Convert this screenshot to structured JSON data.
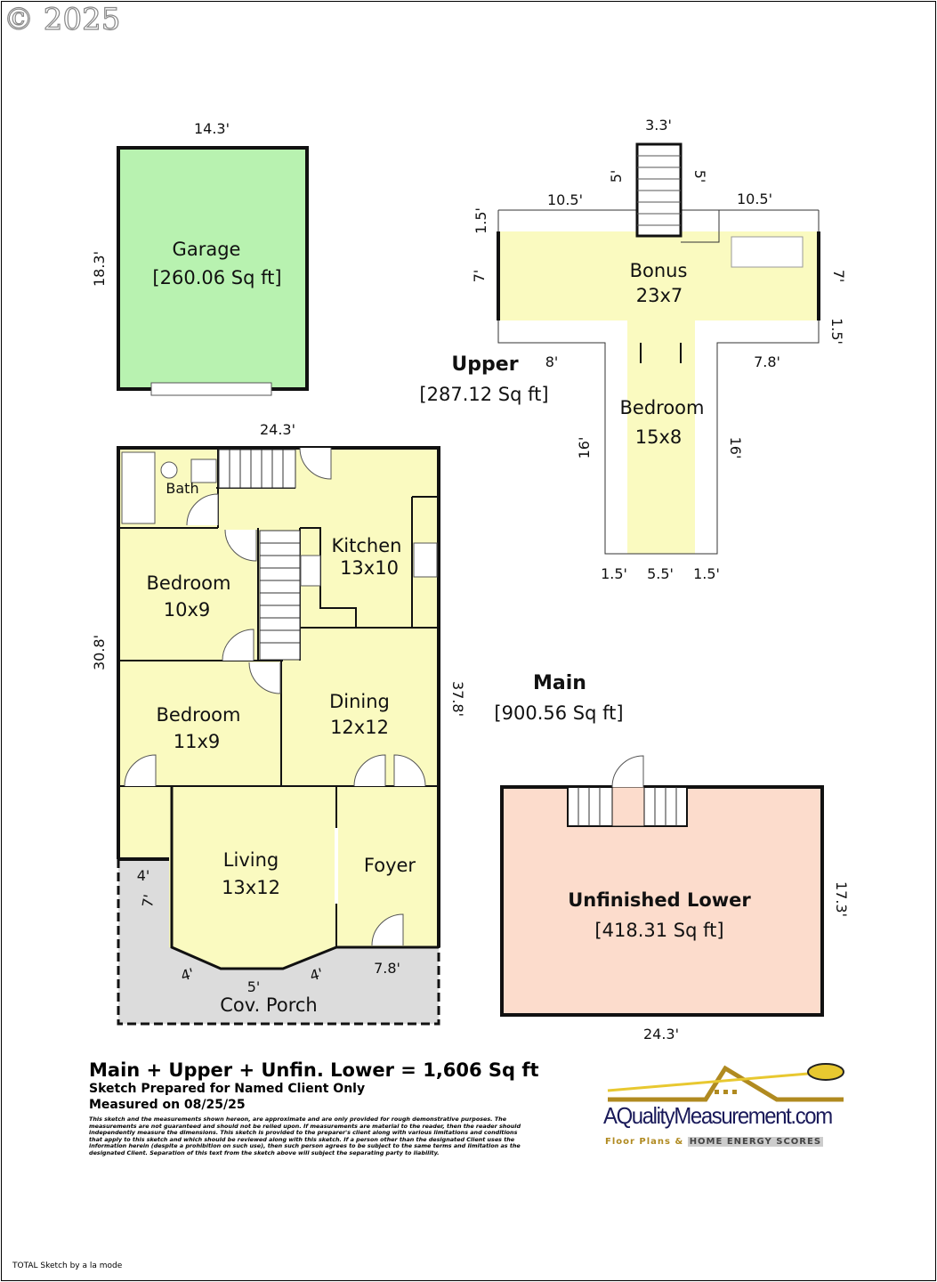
{
  "watermark": "© 2025",
  "garage": {
    "label": "Garage",
    "area": "[260.06 Sq ft]",
    "width": "14.3'",
    "depth": "18.3'"
  },
  "upper": {
    "label": "Upper",
    "area": "[287.12 Sq ft]",
    "dims": {
      "stair_w": "3.3'",
      "stair_l": "5'",
      "stair_r": "5'",
      "top_l": "10.5'",
      "top_r": "10.5'",
      "left_small": "1.5'",
      "left_big": "7'",
      "right_big": "7'",
      "right_small": "1.5'",
      "bot_l": "8'",
      "bot_r": "7.8'",
      "side_l": "16'",
      "side_r": "16'",
      "bottom_a": "1.5'",
      "bottom_b": "5.5'",
      "bottom_c": "1.5'"
    },
    "rooms": [
      {
        "name": "Bonus",
        "size": "23x7"
      },
      {
        "name": "Bedroom",
        "size": "15x8"
      }
    ]
  },
  "main": {
    "label": "Main",
    "area": "[900.56 Sq ft]",
    "dims": {
      "top": "24.3'",
      "left": "30.8'",
      "right": "37.8'",
      "porch_4a": "4'",
      "porch_7": "7'",
      "porch_4b": "4'",
      "porch_5": "5'",
      "porch_4c": "4'",
      "porch_78": "7.8'"
    },
    "rooms": [
      {
        "name": "Bath"
      },
      {
        "name": "Kitchen",
        "size": "13x10"
      },
      {
        "name": "Bedroom",
        "size": "10x9"
      },
      {
        "name": "Bedroom",
        "size": "11x9"
      },
      {
        "name": "Dining",
        "size": "12x12"
      },
      {
        "name": "Living",
        "size": "13x12"
      },
      {
        "name": "Foyer"
      },
      {
        "name": "Cov. Porch"
      }
    ]
  },
  "lower": {
    "label": "Unfinished Lower",
    "area": "[418.31 Sq ft]",
    "width": "24.3'",
    "depth": "17.3'"
  },
  "summary": {
    "total": "Main + Upper + Unfin. Lower = 1,606 Sq ft",
    "prepared": "Sketch Prepared for Named Client Only",
    "measured": "Measured on 08/25/25",
    "disclaimer": "This sketch and the measurements shown hereon, are approximate and are only provided for rough demonstrative purposes. The measurements are not guaranteed and should not be relied upon.  If measurements are material to the reader, then the reader should independently measure the dimensions.  This sketch is provided to the preparer's client along with various limitations and conditions that apply to this sketch and which should be reviewed along with this sketch.  If a person other than the designated Client uses the information herein (despite a prohibition on such use), then such person agrees to be subject to the same terms and limitation as the designated Client.  Separation of this text from the sketch above will subject the separating party to liability."
  },
  "logo": {
    "site": "AQualityMeasurement.com",
    "tag": "Floor Plans &",
    "tag2": "HOME ENERGY SCORES"
  },
  "footer": "TOTAL Sketch by a la mode",
  "colors": {
    "garage": "#b8f2b0",
    "living": "#fafac0",
    "porch": "#dcdcdc",
    "lower": "#fcdccc"
  }
}
